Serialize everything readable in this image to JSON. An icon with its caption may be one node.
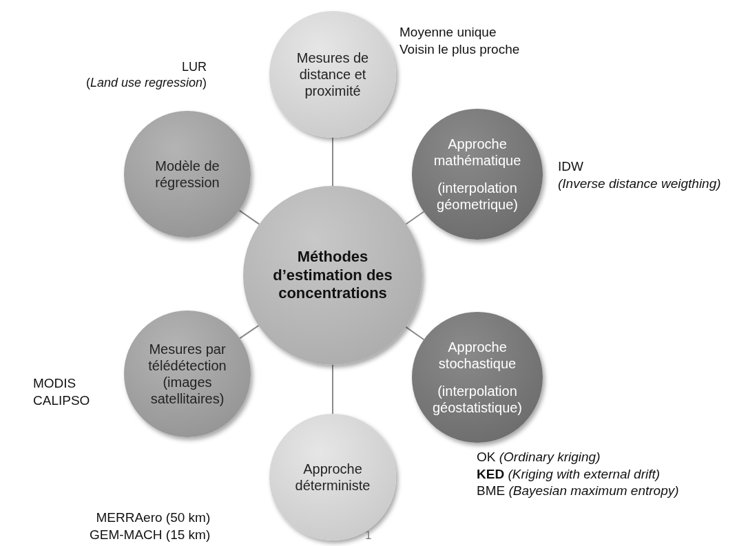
{
  "diagram": {
    "nodes": [
      {
        "text": [
          "Méthodes d’estimation des concentrations"
        ]
      },
      {
        "text": [
          "Mesures de distance et proximité"
        ],
        "beside": [
          "Moyenne unique",
          "Voisin le plus proche"
        ]
      },
      {
        "text": [
          "Approche mathématique",
          "(interpolation géometrique)"
        ],
        "beside": [
          "IDW",
          "*(Inverse distance weigthing)*"
        ]
      },
      {
        "text": [
          "Approche stochastique",
          "(interpolation géostatistique)"
        ],
        "beside": [
          "OK *(Ordinary kriging)*",
          "**KED** *(Kriging with external drift)*",
          "BME *(Bayesian maximum entropy)*"
        ]
      },
      {
        "text": [
          "Approche déterministe"
        ],
        "beside": [
          "MERRAero  (50 km)",
          "GEM-MACH  (15 km)"
        ]
      },
      {
        "text": [
          "Mesures par télédétection (images satellitaires)"
        ],
        "beside": [
          "MODIS",
          "CALIPSO"
        ]
      },
      {
        "text": [
          "Modèle de régression"
        ],
        "beside": [
          "LUR",
          "(*Land use regression*)"
        ]
      }
    ],
    "edges": [
      {
        "from": 0,
        "to": 1,
        "arrow": "none"
      },
      {
        "from": 0,
        "to": 2,
        "arrow": "none"
      },
      {
        "from": 0,
        "to": 3,
        "arrow": "none"
      },
      {
        "from": 0,
        "to": 4,
        "arrow": "none"
      },
      {
        "from": 0,
        "to": 5,
        "arrow": "none"
      },
      {
        "from": 0,
        "to": 6,
        "arrow": "none"
      }
    ],
    "labels": [
      "1"
    ]
  }
}
